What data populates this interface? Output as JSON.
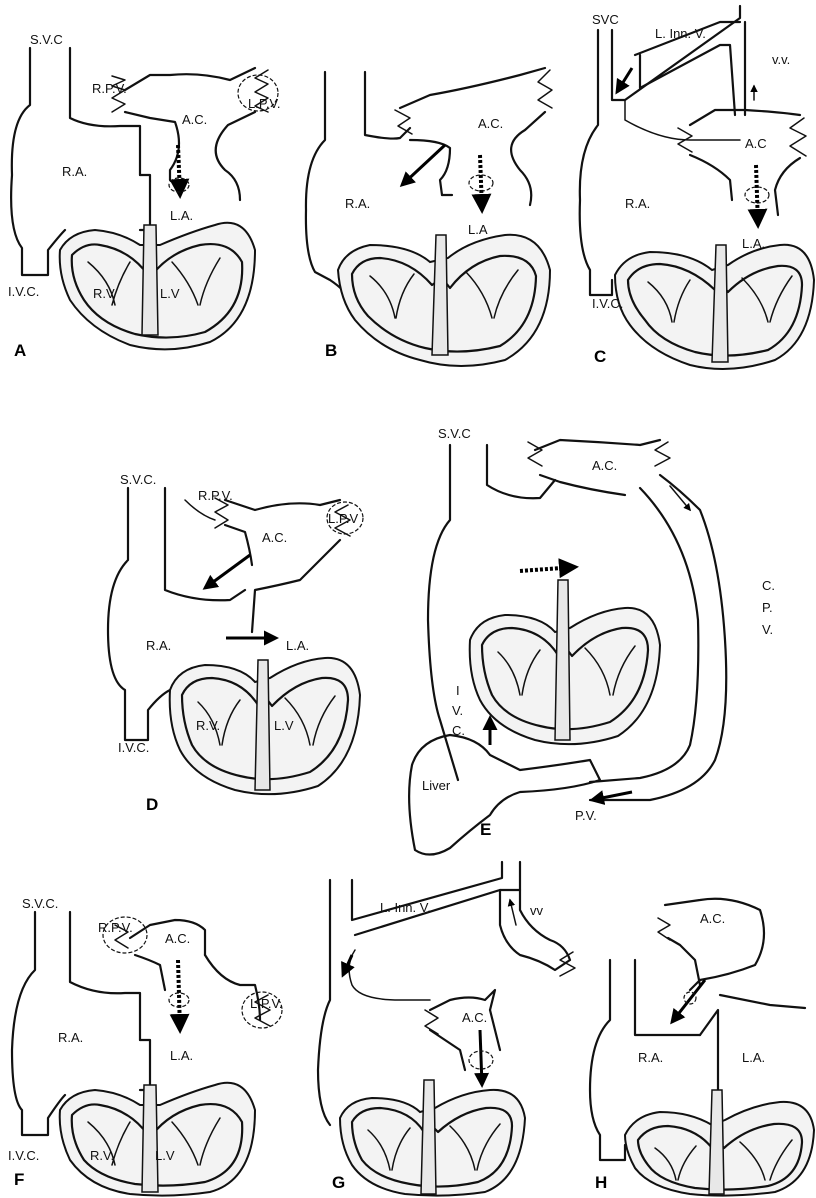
{
  "panels": {
    "A": {
      "letter": "A",
      "svc": "S.V.C",
      "rpv": "R.P.V.",
      "ac": "A.C.",
      "lpv": "L.P.V.",
      "ra": "R.A.",
      "la": "L.A.",
      "ivc": "I.V.C.",
      "rv": "R.V",
      "lv": "L.V"
    },
    "B": {
      "letter": "B",
      "ac": "A.C.",
      "ra": "R.A.",
      "la": "L.A"
    },
    "C": {
      "letter": "C",
      "svc": "SVC",
      "linnv": "L. Inn. V.",
      "vv": "v.v.",
      "ac": "A.C",
      "ra": "R.A.",
      "la": "L.A.",
      "ivc": "I.V.C."
    },
    "D": {
      "letter": "D",
      "svc": "S.V.C.",
      "rpv": "R.P.V.",
      "ac": "A.C.",
      "lpv": "L.P.V",
      "ra": "R.A.",
      "la": "L.A.",
      "ivc": "I.V.C.",
      "rv": "R.V.",
      "lv": "L.V"
    },
    "E": {
      "letter": "E",
      "svc": "S.V.C",
      "ac": "A.C.",
      "c": "C.",
      "p": "P.",
      "v": "V.",
      "i": "I",
      "vv": "V.",
      "cc": "C.",
      "liver": "Liver",
      "pv": "P.V."
    },
    "F": {
      "letter": "F",
      "svc": "S.V.C.",
      "rpv": "R.P.V.",
      "ac": "A.C.",
      "lpv": "L.P.V.",
      "ra": "R.A.",
      "la": "L.A.",
      "ivc": "I.V.C.",
      "rv": "R.V.",
      "lv": "L.V"
    },
    "G": {
      "letter": "G",
      "linnv": "L. Inn. V.",
      "vv": "vv",
      "ac": "A.C."
    },
    "H": {
      "letter": "H",
      "ac": "A.C.",
      "ra": "R.A.",
      "la": "L.A."
    }
  }
}
